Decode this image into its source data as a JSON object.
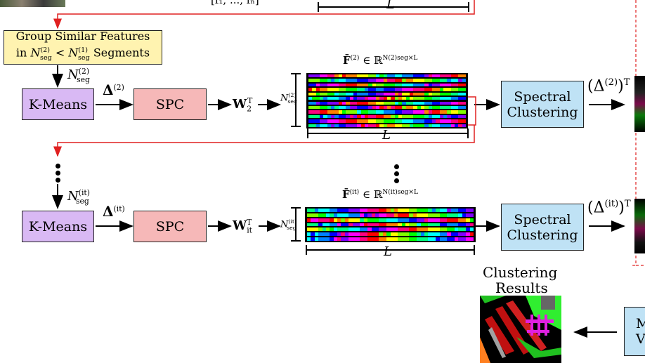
{
  "top_partial": {
    "matrix_partial_text": "[f₁, ..., fₙ]",
    "L_label": "L"
  },
  "group_box": {
    "line1": "Group Similar Features",
    "line2_prefix": "in",
    "line2_expr_a": "N",
    "line2_expr_a_sup": "(2)",
    "line2_expr_a_sub": "seg",
    "line2_lt": "<",
    "line2_expr_b": "N",
    "line2_expr_b_sup": "(1)",
    "line2_expr_b_sub": "seg",
    "line2_suffix": "Segments"
  },
  "row2": {
    "nseg_label": "N",
    "nseg_sup": "(2)",
    "nseg_sub": "seg",
    "kmeans": "K-Means",
    "delta": "Δ",
    "delta_sup": "(2)",
    "spc": "SPC",
    "w": "W",
    "w_sub": "2",
    "w_sup": "T",
    "matrix_title_f": "F̄",
    "matrix_title_sup": "(2)",
    "matrix_title_in": "∈ ℝ",
    "matrix_title_dim": "N(2)seg×L",
    "side_n": "N",
    "side_n_sup": "(2)",
    "side_n_sub": "seg",
    "L_label": "L",
    "spectral_line1": "Spectral",
    "spectral_line2": "Clustering",
    "out_delta": "(Δ",
    "out_delta_sup": "(2)",
    "out_delta_close": ")",
    "out_T": "T"
  },
  "rowit": {
    "nseg_label": "N",
    "nseg_sup": "(it)",
    "nseg_sub": "seg",
    "kmeans": "K-Means",
    "delta": "Δ",
    "delta_sup": "(it)",
    "spc": "SPC",
    "w": "W",
    "w_sub": "it",
    "w_sup": "T",
    "matrix_title_f": "F̄",
    "matrix_title_sup": "(it)",
    "matrix_title_in": "∈ ℝ",
    "matrix_title_dim": "N(it)seg×L",
    "side_n": "N",
    "side_n_sup": "(it)",
    "side_n_sub": "seg",
    "L_label": "L",
    "spectral_line1": "Spectral",
    "spectral_line2": "Clustering",
    "out_delta": "(Δ",
    "out_delta_sup": "(it)",
    "out_delta_close": ")",
    "out_T": "T"
  },
  "results": {
    "title_line1": "Clustering",
    "title_line2": "Results"
  },
  "right_partial_box": {
    "line1": "M",
    "line2": "V"
  },
  "colors": {
    "arrow_red": "#e02020",
    "dashed_red": "#e02020",
    "kmeans_fill": "#d9b9f4",
    "spc_fill": "#f6b8b8",
    "spectral_fill": "#bfe2f5",
    "group_fill": "#fff3b0"
  }
}
